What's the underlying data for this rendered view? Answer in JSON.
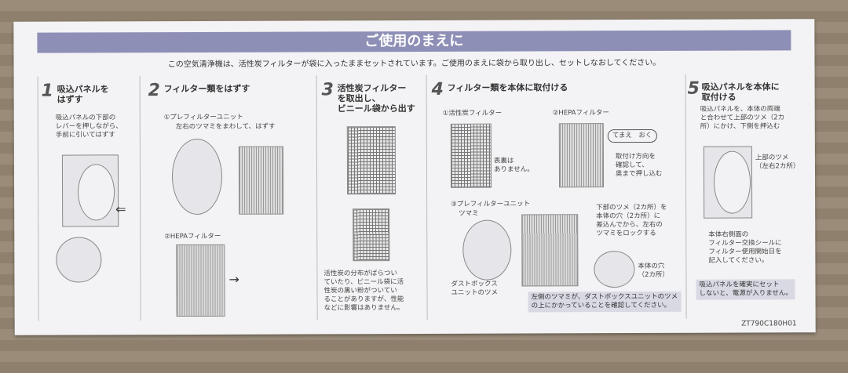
{
  "title": "ご使用のまえに",
  "intro": "この空気清浄機は、活性炭フィルターが袋に入ったままセットされています。ご使用のまえに袋から取り出し、セットしなおしてください。",
  "steps": [
    {
      "num": "1",
      "title": "吸込パネルを\nはずす",
      "text": "吸込パネルの下部の\nレバーを押しながら、\n手前に引いてはずす"
    },
    {
      "num": "2",
      "title": "フィルター類をはずす",
      "sub1": "①プレフィルターユニット",
      "sub1_text": "左右のツマミをまわして、はずす",
      "sub2": "②HEPAフィルター"
    },
    {
      "num": "3",
      "title": "活性炭フィルター\nを取出し、\nビニール袋から出す",
      "text": "活性炭の分布がばらつい\nていたり、ビニール袋に活\n性炭の黒い粉がついてい\nることがありますが、性能\nなどに影響はありません。"
    },
    {
      "num": "4",
      "title": "フィルター類を本体に取付ける",
      "sub1": "①活性炭フィルター",
      "sub1_text": "表裏は\nありません。",
      "sub2": "②HEPAフィルター",
      "sub2_label": "てまえ　おく",
      "sub2_text": "取付け方向を\n確認して、\n奥まで押し込む",
      "sub3": "③プレフィルターユニット",
      "sub3_knob": "ツマミ",
      "sub3_text": "下部のツメ（2カ所）を\n本体の穴（2カ所）に\n差込んでから、左右の\nツマミをロックする",
      "sub3_hole": "本体の穴\n（2カ所）",
      "sub3_dust": "ダストボックス\nユニットのツメ",
      "note": "左側のツマミが、ダストボックスユニットのツメ\nの上にかかっていることを確認してください。"
    },
    {
      "num": "5",
      "title": "吸込パネルを本体に\n取付ける",
      "text": "吸込パネルを、本体の両端\nと合わせて上部のツメ（2カ\n所）にかけ、下側を押込む",
      "claw": "上部のツメ\n（左右2カ所）",
      "side": "本体右側面の\nフィルター交換シールに\nフィルター使用開始日を\n記入してください。",
      "note": "吸込パネルを確実にセット\nしないと、電源が入りません。"
    }
  ],
  "code": "ZT790C180H01"
}
